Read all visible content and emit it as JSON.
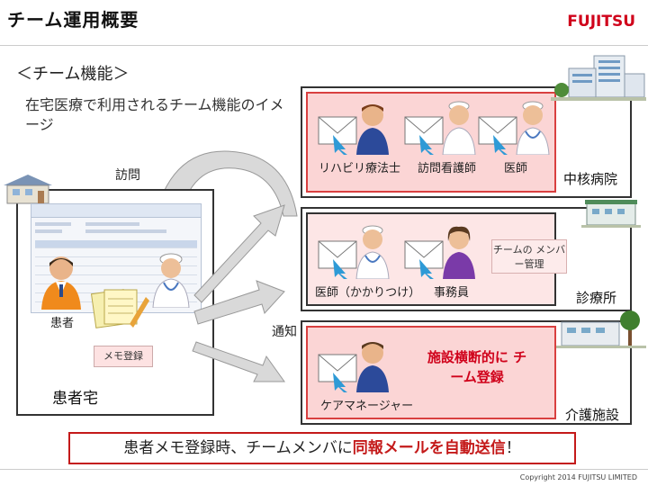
{
  "header": {
    "title": "チーム運用概要",
    "logo": "FUJITSU"
  },
  "left": {
    "section_title": "＜チーム機能＞",
    "description": "在宅医療で利用されるチーム機能のイメージ",
    "visit_label": "訪問",
    "patient_label": "患者",
    "memo_button": "メモ登録",
    "home_label": "患者宅",
    "notify_label": "通知"
  },
  "facilities": {
    "hospital": {
      "label": "中核病院",
      "roles": [
        "リハビリ療法士",
        "訪問看護師",
        "医師"
      ]
    },
    "clinic": {
      "label": "診療所",
      "roles": [
        "医師（かかりつけ）",
        "事務員"
      ],
      "team_button": "チームの メンバー管理"
    },
    "care": {
      "label": "介護施設",
      "roles": [
        "ケアマネージャー"
      ],
      "cross_text": "施設横断的に チーム登録"
    }
  },
  "message": {
    "prefix": "患者メモ登録時、チームメンバに",
    "highlight": "同報メールを自動送信",
    "suffix": "！"
  },
  "footer": {
    "copyright": "Copyright 2014 FUJITSU LIMITED"
  },
  "colors": {
    "brand_red": "#d0021b",
    "facility_pink": "#fde6e6",
    "facility_inner": "#fbd5d5"
  }
}
